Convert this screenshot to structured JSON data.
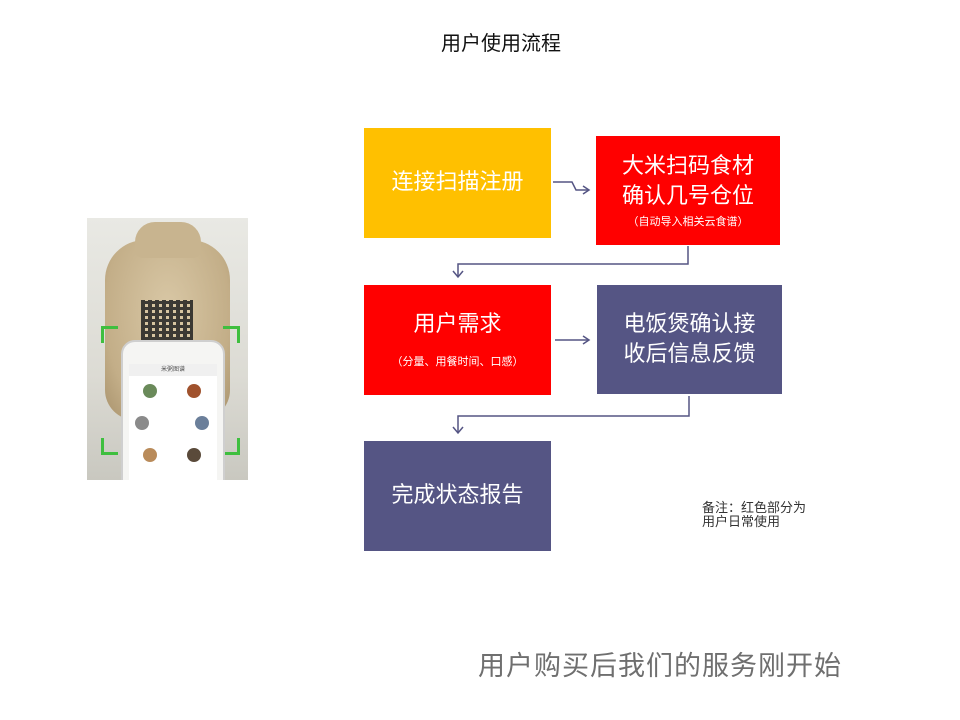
{
  "title": "用户使用流程",
  "boxes": {
    "register": {
      "main": "连接扫描注册"
    },
    "scan": {
      "line1": "大米扫码食材",
      "line2": "确认几号仓位",
      "sub": "（自动导入相关云食谱）"
    },
    "needs": {
      "main": "用户需求",
      "sub": "（分量、用餐时间、口感）"
    },
    "feedback": {
      "line1": "电饭煲确认接",
      "line2": "收后信息反馈"
    },
    "report": {
      "main": "完成状态报告"
    }
  },
  "note": {
    "line1": "备注：红色部分为",
    "line2": "用户日常使用"
  },
  "footer": "用户购买后我们的服务刚开始",
  "phone_screen_title": "米粥图谱",
  "colors": {
    "yellow": "#ffc000",
    "red": "#ff0000",
    "navy": "#555584",
    "arrow": "#555584"
  }
}
